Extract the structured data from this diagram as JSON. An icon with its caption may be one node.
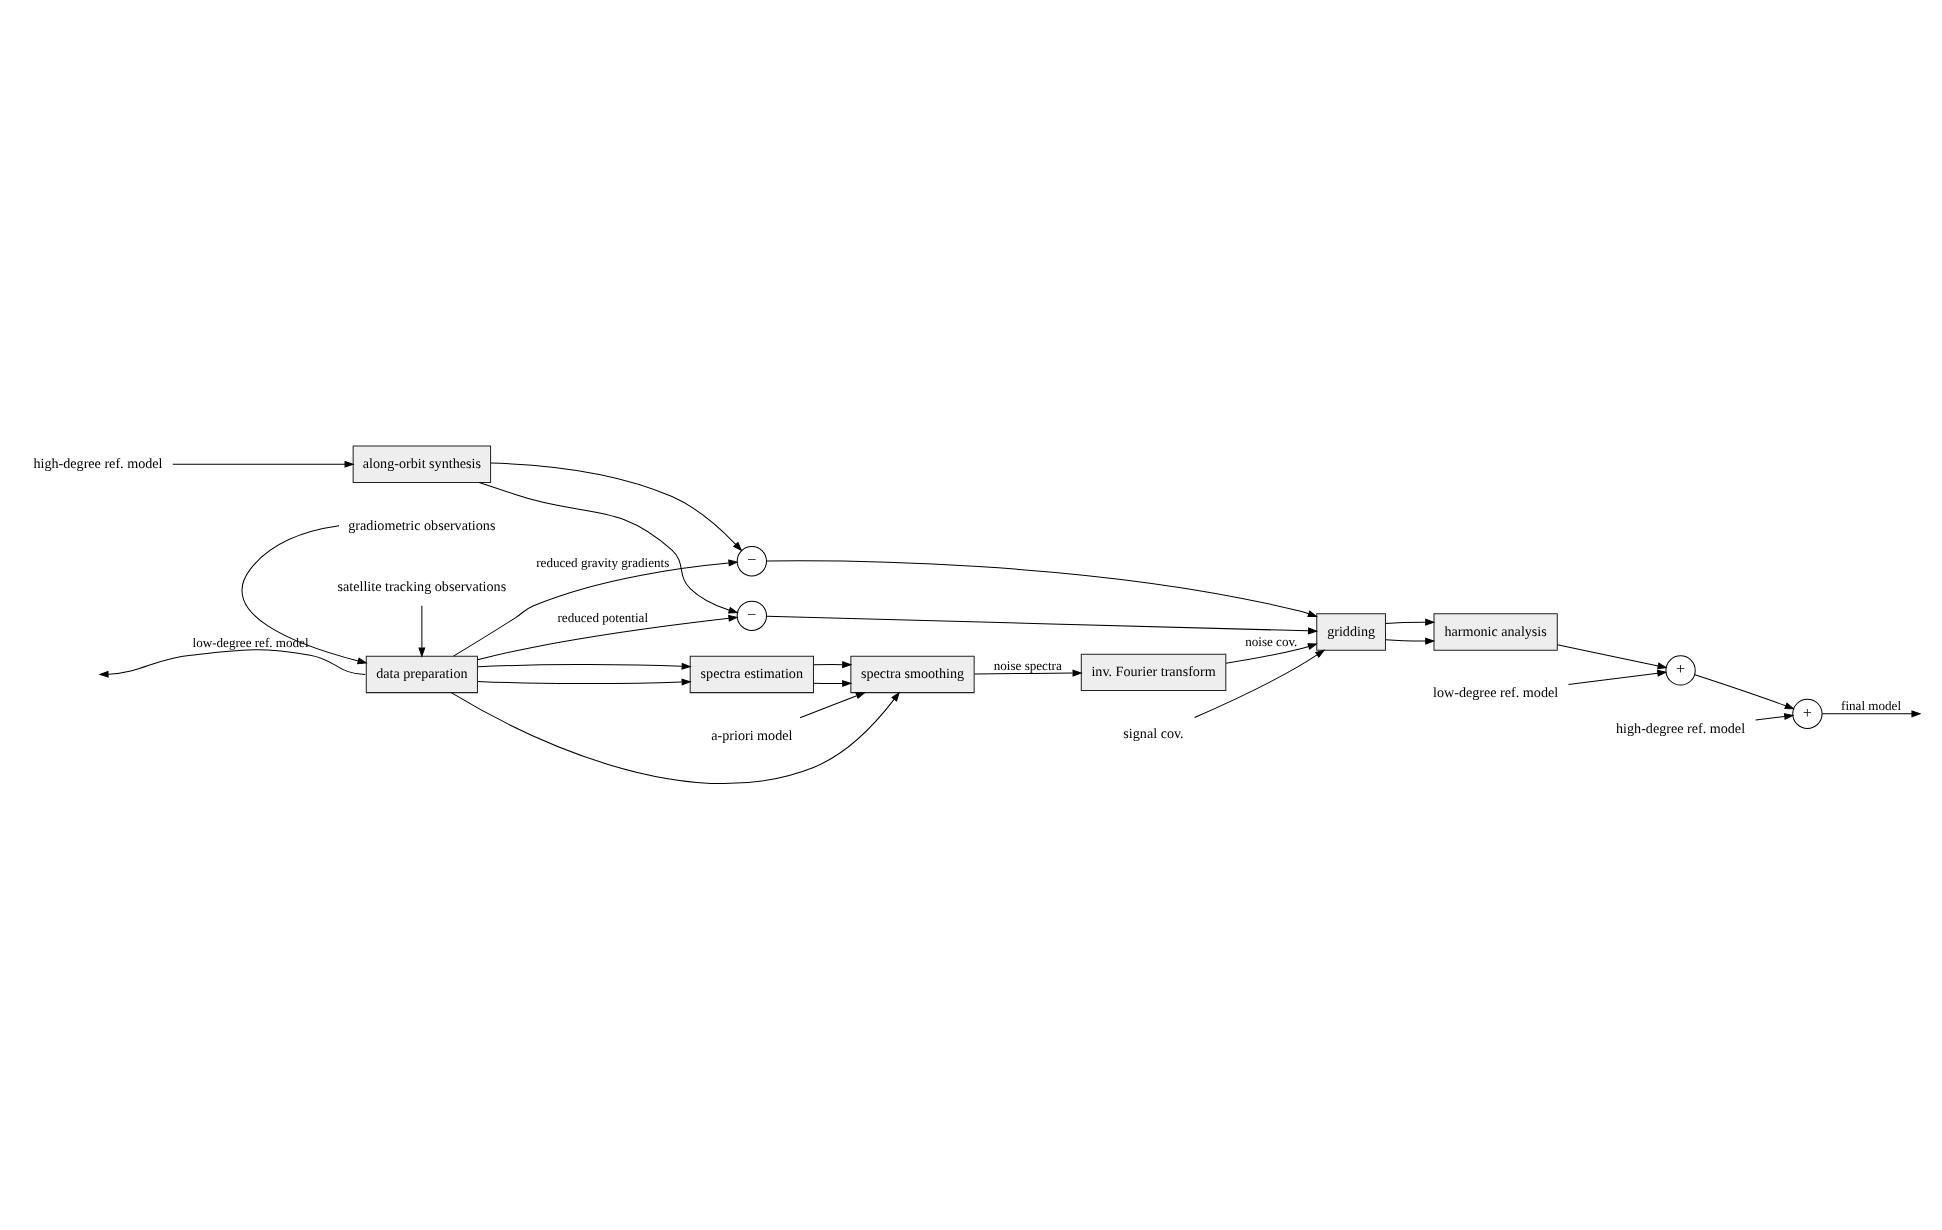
{
  "diagram": {
    "nodes": [
      {
        "text": [
          "satellite tracking observations"
        ]
      },
      {
        "text": [
          "gradiometric observations"
        ]
      },
      {
        "text": [
          "data preparation"
        ]
      },
      {
        "text": [
          "−"
        ]
      },
      {
        "text": [
          "−"
        ]
      },
      {
        "text": [
          "gridding"
        ]
      },
      {
        "text": [
          "harmonic analysis"
        ]
      },
      {
        "text": [
          "+"
        ]
      },
      {
        "text": [
          "+"
        ]
      },
      {
        "text": [
          "spectra estimation"
        ]
      },
      {
        "text": [
          "along-orbit synthesis"
        ]
      },
      {
        "text": [
          "spectra smoothing"
        ]
      },
      {
        "text": [
          "inv. Fourier transform"
        ]
      },
      {
        "text": [
          "high-degree ref. model"
        ]
      },
      {
        "text": [
          "a-priori model"
        ]
      },
      {
        "text": [
          "signal cov."
        ]
      },
      {
        "text": [
          "low-degree ref. model"
        ]
      },
      {
        "text": [
          "high-degree ref. model"
        ]
      }
    ],
    "edges": [
      {
        "from": 0,
        "to": 2,
        "arrow": "to"
      },
      {
        "from": 1,
        "to": 2,
        "arrow": "to"
      },
      {
        "from": 2,
        "to": null,
        "arrow": "to",
        "label": "low-degree ref. model"
      },
      {
        "from": 2,
        "to": 11,
        "arrow": "to"
      },
      {
        "from": 2,
        "to": 3,
        "arrow": "to",
        "label": "reduced gravity gradients"
      },
      {
        "from": 2,
        "to": 9,
        "arrow": "to"
      },
      {
        "from": 2,
        "to": 4,
        "arrow": "to",
        "label": "reduced potential"
      },
      {
        "from": 2,
        "to": 9,
        "arrow": "to"
      },
      {
        "from": 10,
        "to": 3,
        "arrow": "to"
      },
      {
        "from": 10,
        "to": 4,
        "arrow": "to"
      },
      {
        "from": 3,
        "to": 5,
        "arrow": "to"
      },
      {
        "from": 4,
        "to": 5,
        "arrow": "to"
      },
      {
        "from": 5,
        "to": 6,
        "arrow": "to"
      },
      {
        "from": 5,
        "to": 6,
        "arrow": "to"
      },
      {
        "from": 6,
        "to": 7,
        "arrow": "to"
      },
      {
        "from": 7,
        "to": 8,
        "arrow": "to"
      },
      {
        "from": 8,
        "to": null,
        "arrow": "to",
        "label": "final model"
      },
      {
        "from": 16,
        "to": 7,
        "arrow": "to"
      },
      {
        "from": 17,
        "to": 8,
        "arrow": "to"
      },
      {
        "from": 9,
        "to": 11,
        "arrow": "to"
      },
      {
        "from": 9,
        "to": 11,
        "arrow": "to"
      },
      {
        "from": 13,
        "to": 10,
        "arrow": "to"
      },
      {
        "from": 14,
        "to": 11,
        "arrow": "to"
      },
      {
        "from": 11,
        "to": 12,
        "arrow": "to",
        "label": "noise spectra"
      },
      {
        "from": 12,
        "to": 5,
        "arrow": "to",
        "label": "noise cov."
      },
      {
        "from": 15,
        "to": 5,
        "arrow": "to"
      }
    ]
  }
}
